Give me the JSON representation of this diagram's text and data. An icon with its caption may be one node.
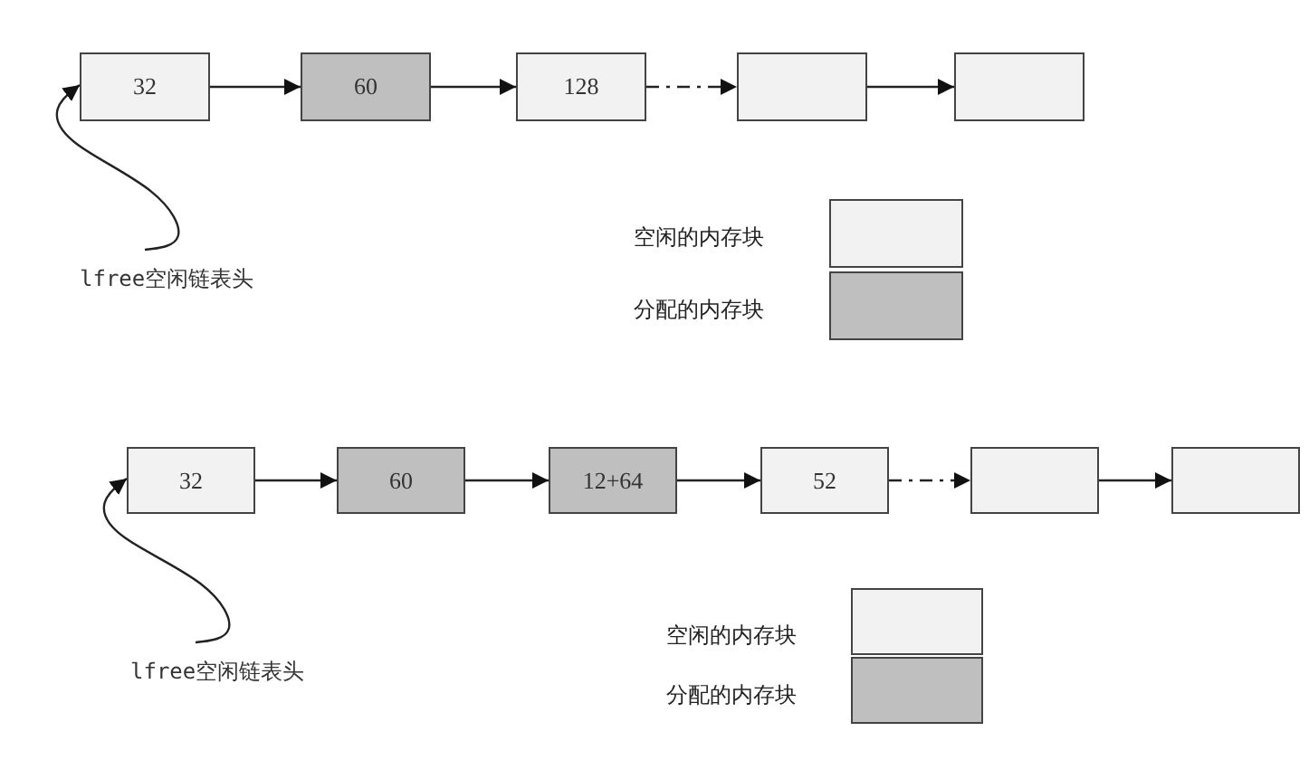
{
  "diagram": {
    "nodes": [
      {
        "text": [
          "32"
        ]
      },
      {
        "text": [
          "60"
        ]
      },
      {
        "text": [
          "128"
        ]
      },
      {
        "text": [],
        "shape": "box"
      },
      {
        "text": [],
        "shape": "box"
      },
      {
        "text": [
          "lfree空闲链表头"
        ]
      },
      {
        "text": [
          "32"
        ]
      },
      {
        "text": [
          "60"
        ]
      },
      {
        "text": [
          "12+64"
        ]
      },
      {
        "text": [
          "52"
        ]
      },
      {
        "text": [],
        "shape": "box"
      },
      {
        "text": [],
        "shape": "box"
      },
      {
        "text": [
          "lfree空闲链表头"
        ]
      }
    ],
    "edges": [
      {
        "from": 0,
        "to": 1,
        "arrow": "to"
      },
      {
        "from": 1,
        "to": 2,
        "arrow": "to"
      },
      {
        "from": 2,
        "to": 3,
        "arrow": "to",
        "style": "dashed"
      },
      {
        "from": 3,
        "to": 4,
        "arrow": "to"
      },
      {
        "from": 5,
        "to": 0,
        "arrow": "to"
      },
      {
        "from": 6,
        "to": 7,
        "arrow": "to"
      },
      {
        "from": 7,
        "to": 8,
        "arrow": "to"
      },
      {
        "from": 8,
        "to": 9,
        "arrow": "to"
      },
      {
        "from": 9,
        "to": 10,
        "arrow": "to",
        "style": "dashed"
      },
      {
        "from": 10,
        "to": 11,
        "arrow": "to"
      },
      {
        "from": 12,
        "to": 6,
        "arrow": "to"
      }
    ],
    "legend": [
      {
        "text": "空闲的内存块",
        "color": "#f2f2f2"
      },
      {
        "text": "分配的内存块",
        "color": "#bfbfbf"
      },
      {
        "text": "空闲的内存块",
        "color": "#f2f2f2"
      },
      {
        "text": "分配的内存块",
        "color": "#bfbfbf"
      }
    ]
  }
}
